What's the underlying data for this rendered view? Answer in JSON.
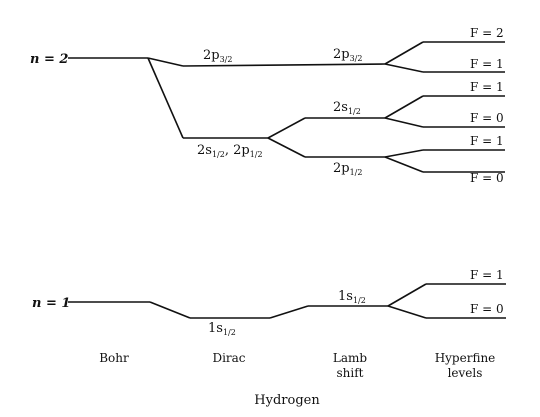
{
  "n_labels": {
    "n2": "n = 2",
    "n1": "n = 1"
  },
  "states": {
    "dirac_2p32": {
      "main": "2p",
      "sub": "3/2"
    },
    "lamb_2p32": {
      "main": "2p",
      "sub": "3/2"
    },
    "dirac_2s12_2p12": {
      "main1": "2s",
      "sub1": "1/2",
      "sep": ", 2p",
      "sub2": "1/2"
    },
    "lamb_2s12": {
      "main": "2s",
      "sub": "1/2"
    },
    "lamb_2p12": {
      "main": "2p",
      "sub": "1/2"
    },
    "dirac_1s12": {
      "main": "1s",
      "sub": "1/2"
    },
    "lamb_1s12": {
      "main": "1s",
      "sub": "1/2"
    }
  },
  "hyperfine_labels": [
    "F = 2",
    "F = 1",
    "F = 1",
    "F = 0",
    "F = 1",
    "F = 0",
    "F = 1",
    "F = 0"
  ],
  "columns": {
    "bohr": "Bohr",
    "dirac": "Dirac",
    "lamb_line1": "Lamb",
    "lamb_line2": "shift",
    "hyperfine_line1": "Hyperfine",
    "hyperfine_line2": "levels"
  },
  "caption": "Hydrogen"
}
